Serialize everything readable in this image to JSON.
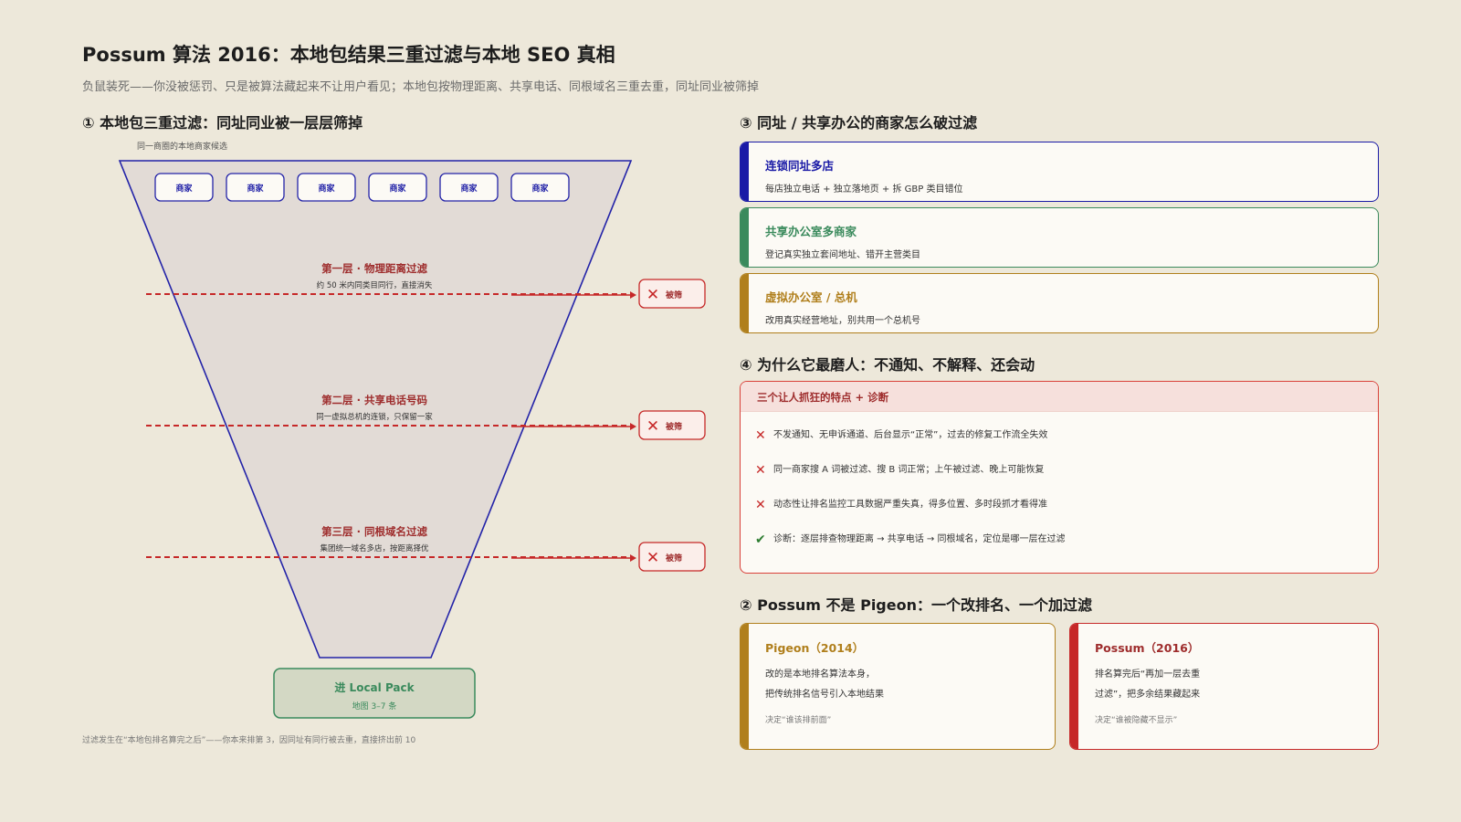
{
  "header": {
    "title": "Possum 算法 2016：本地包结果三重过滤与本地 SEO 真相",
    "subtitle": "负鼠装死——你没被惩罚、只是被算法藏起来不让用户看见；本地包按物理距离、共享电话、同根域名三重去重，同址同业被筛掉"
  },
  "funnel": {
    "heading": "① 本地包三重过滤：同址同业被一层层筛掉",
    "pool_label": "同一商圈的本地商家候选",
    "merchant_label": "商家",
    "merchant_count": 6,
    "layers": [
      {
        "title": "第一层 · 物理距离过滤",
        "desc": "约 50 米内同类目同行，直接消失",
        "reject": "被筛"
      },
      {
        "title": "第二层 · 共享电话号码",
        "desc": "同一虚拟总机的连锁，只保留一家",
        "reject": "被筛"
      },
      {
        "title": "第三层 · 同根域名过滤",
        "desc": "集团统一域名多店，按距离择优",
        "reject": "被筛"
      }
    ],
    "output": {
      "title": "进 Local Pack",
      "sub": "地图 3–7 条"
    },
    "footnote": "过滤发生在“本地包排名算完之后”——你本来排第 3，因同址有同行被去重，直接挤出前 10"
  },
  "solutions": {
    "heading": "③ 同址 / 共享办公的商家怎么破过滤",
    "cards": [
      {
        "title": "连锁同址多店",
        "desc": "每店独立电话 + 独立落地页 + 拆 GBP 类目错位",
        "color": "#1a1aa6"
      },
      {
        "title": "共享办公室多商家",
        "desc": "登记真实独立套间地址、错开主营类目",
        "color": "#3a8a5c"
      },
      {
        "title": "虚拟办公室 / 总机",
        "desc": "改用真实经营地址，别共用一个总机号",
        "color": "#b07f1c"
      }
    ]
  },
  "pain": {
    "heading": "④ 为什么它最磨人：不通知、不解释、还会动",
    "box_title": "三个让人抓狂的特点 + 诊断",
    "items": [
      {
        "mark": "✕",
        "kind": "x",
        "text": "不发通知、无申诉通道、后台显示“正常”，过去的修复工作流全失效"
      },
      {
        "mark": "✕",
        "kind": "x",
        "text": "同一商家搜 A 词被过滤、搜 B 词正常；上午被过滤、晚上可能恢复"
      },
      {
        "mark": "✕",
        "kind": "x",
        "text": "动态性让排名监控工具数据严重失真，得多位置、多时段抓才看得准"
      },
      {
        "mark": "✔",
        "kind": "ok",
        "text": "诊断：逐层排查物理距离 → 共享电话 → 同根域名，定位是哪一层在过滤"
      }
    ]
  },
  "compare": {
    "heading": "② Possum 不是 Pigeon：一个改排名、一个加过滤",
    "cards": [
      {
        "title": "Pigeon（2014）",
        "line1": "改的是本地排名算法本身，",
        "line2": "把传统排名信号引入本地结果",
        "note": "决定“谁该排前面”",
        "color": "#b07f1c"
      },
      {
        "title": "Possum（2016）",
        "line1": "排名算完后“再加一层去重",
        "line2": "过滤”，把多余结果藏起来",
        "note": "决定“谁被隐藏不显示”",
        "color": "#c62828"
      }
    ]
  },
  "colors": {
    "funnel_stroke": "#2323a8",
    "funnel_fill": "#e2dbd6",
    "filter_red": "#c62828",
    "title_red": "#9e2c2c",
    "output_green": "#3a8a5c",
    "output_fill": "#d3d8c4"
  }
}
